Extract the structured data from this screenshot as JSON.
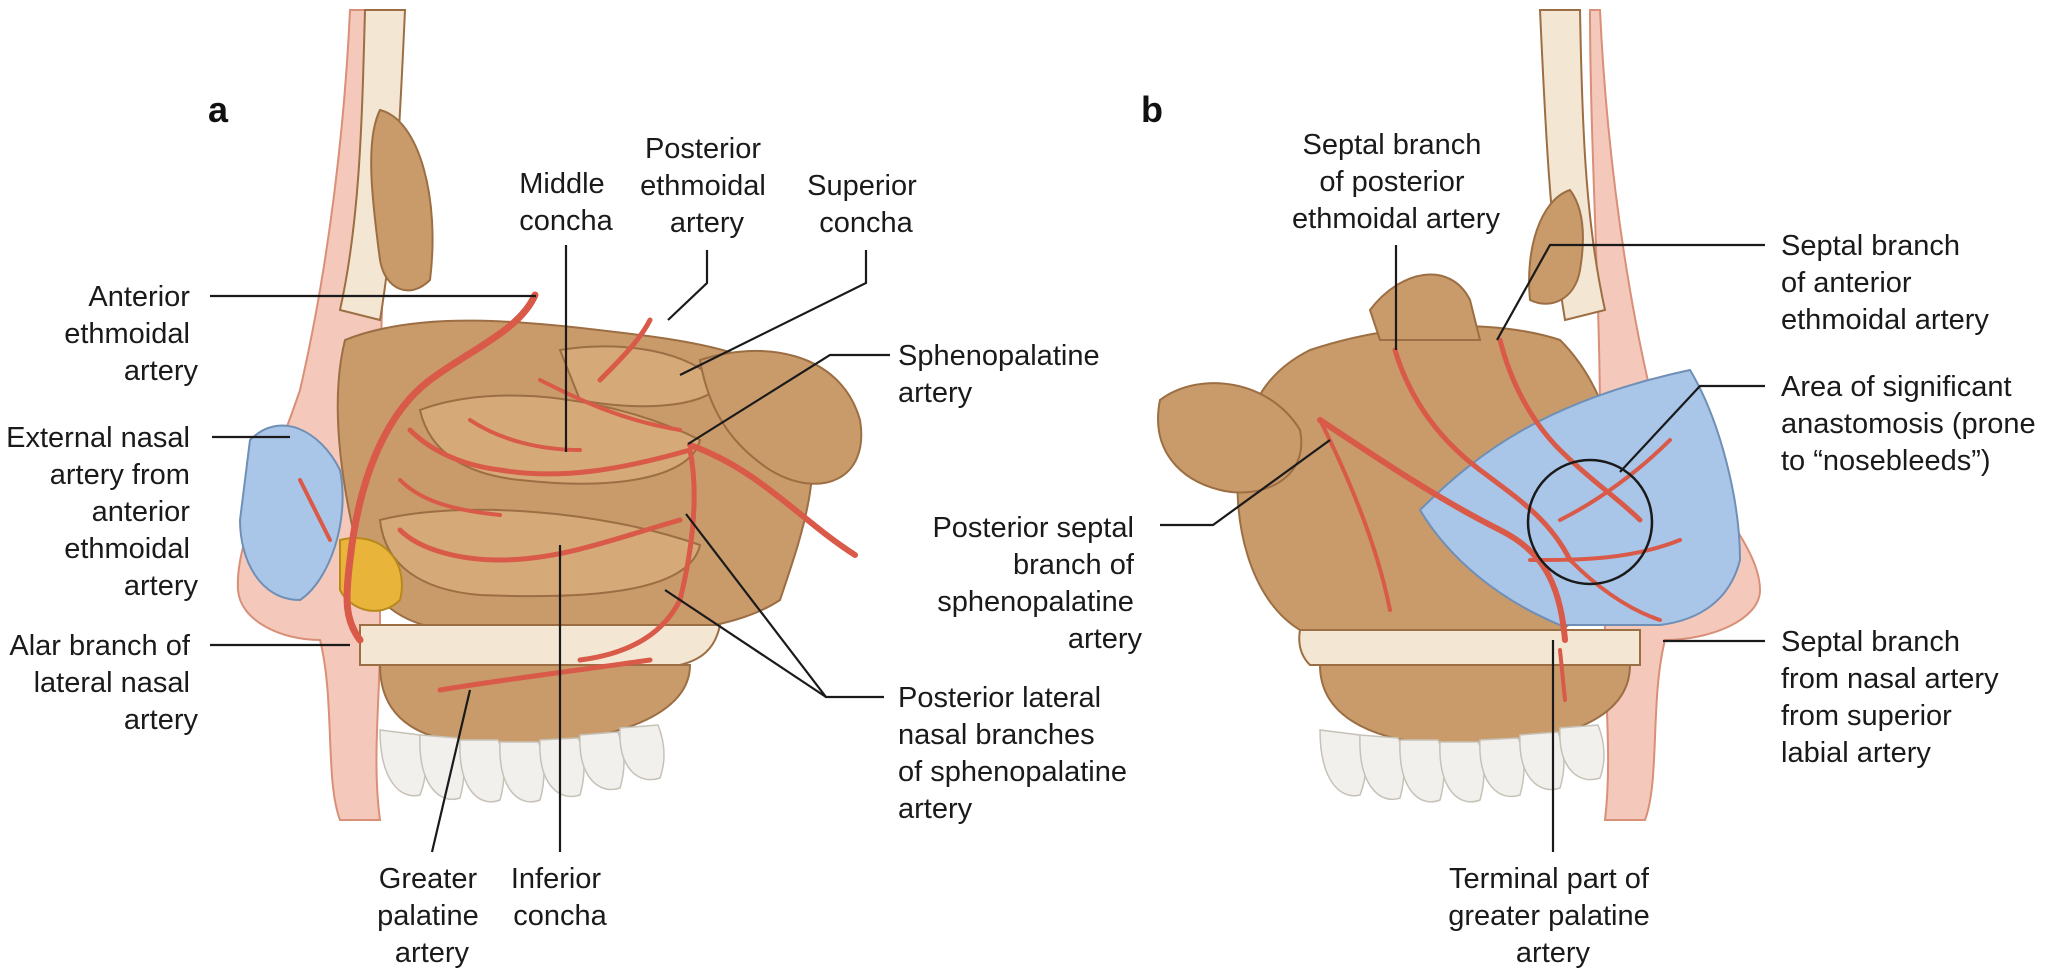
{
  "panels": [
    {
      "letter": "a",
      "labels": {
        "anterior_ethmoidal": [
          "Anterior",
          "ethmoidal",
          "artery"
        ],
        "external_nasal": [
          "External nasal",
          "artery from",
          "anterior",
          "ethmoidal",
          "artery"
        ],
        "alar_branch": [
          "Alar branch of",
          "lateral nasal",
          "artery"
        ],
        "middle_concha": [
          "Middle",
          "concha"
        ],
        "posterior_ethmoidal": [
          "Posterior",
          "ethmoidal",
          "artery"
        ],
        "superior_concha": [
          "Superior",
          "concha"
        ],
        "sphenopalatine": [
          "Sphenopalatine",
          "artery"
        ],
        "posterior_lateral_nasal": [
          "Posterior lateral",
          "nasal branches",
          "of sphenopalatine",
          "artery"
        ],
        "greater_palatine": [
          "Greater",
          "palatine",
          "artery"
        ],
        "inferior_concha": [
          "Inferior",
          "concha"
        ]
      }
    },
    {
      "letter": "b",
      "labels": {
        "septal_posterior_ethmoidal": [
          "Septal branch",
          "of posterior",
          "ethmoidal artery"
        ],
        "septal_anterior_ethmoidal": [
          "Septal branch",
          "of anterior",
          "ethmoidal artery"
        ],
        "anastomosis_area": [
          "Area of significant",
          "anastomosis (prone",
          "to “nosebleeds”)"
        ],
        "posterior_septal_sphenopalatine": [
          "Posterior septal",
          "branch of",
          "sphenopalatine",
          "artery"
        ],
        "septal_nasal_superior_labial": [
          "Septal branch",
          "from nasal artery",
          "from superior",
          "labial artery"
        ],
        "terminal_greater_palatine": [
          "Terminal part of",
          "greater palatine",
          "artery"
        ]
      }
    }
  ],
  "colors": {
    "artery": "#d95a48",
    "artery_dark": "#b8402f",
    "bone": "#c99b6a",
    "bone_dark": "#9c6e43",
    "cartilage": "#a9c6e8",
    "fat": "#e8b43a",
    "skin": "#f4c9bb",
    "cortex": "#f3e6d3",
    "teeth": "#f2f0ec"
  }
}
